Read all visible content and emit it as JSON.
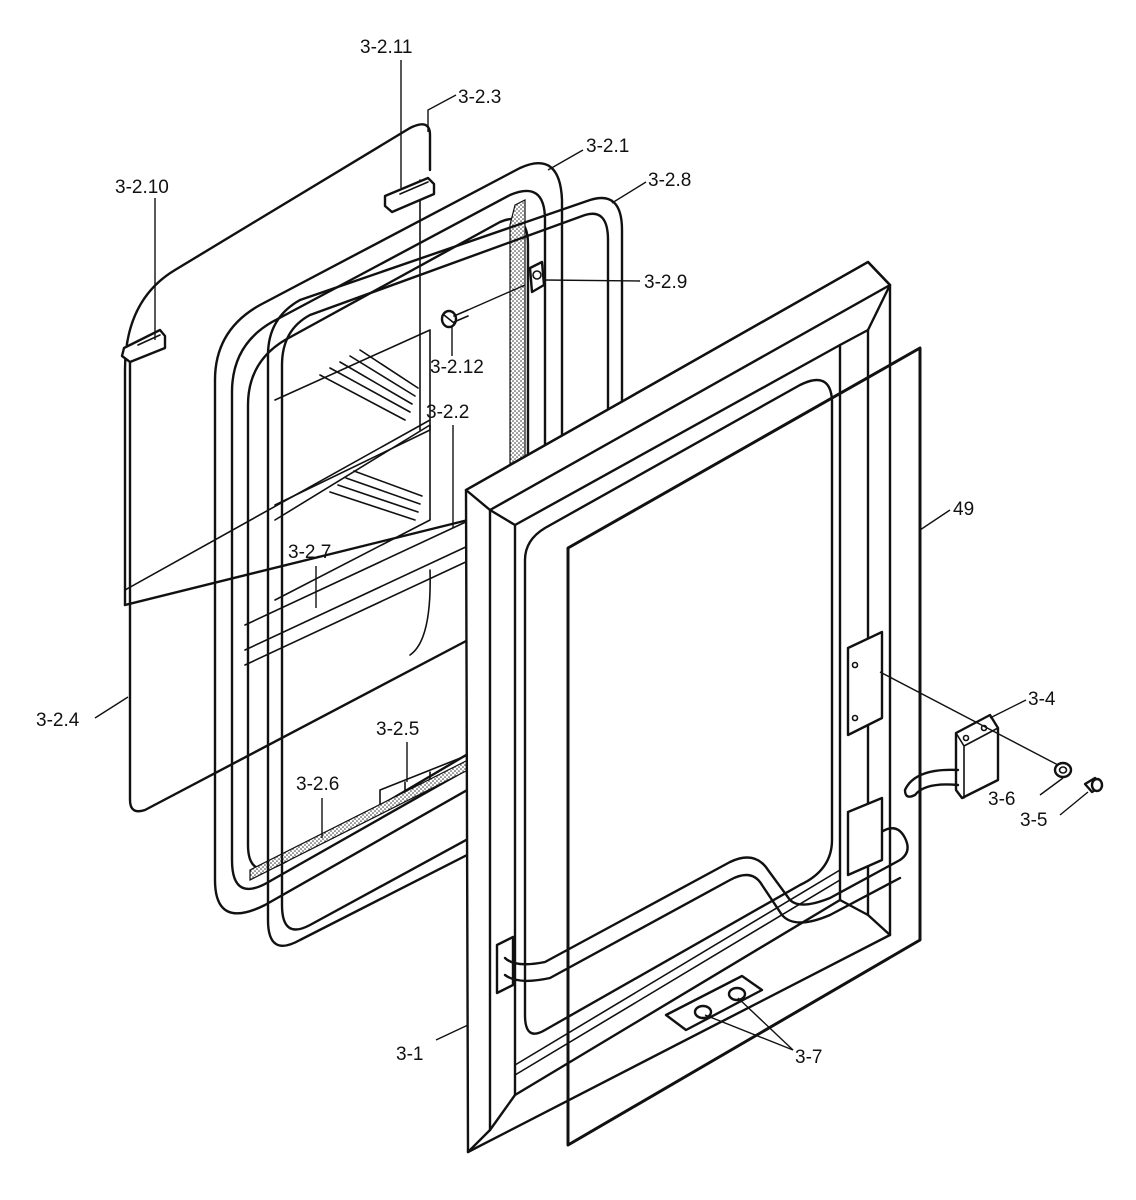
{
  "diagram": {
    "style": "line-art exploded assembly",
    "stroke_color": "#111111",
    "background": "#ffffff",
    "callouts": {
      "c_3_2_11": "3-2.11",
      "c_3_2_3": "3-2.3",
      "c_3_2_1": "3-2.1",
      "c_3_2_8": "3-2.8",
      "c_3_2_10": "3-2.10",
      "c_3_2_9": "3-2.9",
      "c_3_2_12": "3-2.12",
      "c_3_2_2": "3-2.2",
      "c_3_2_7": "3-2.7",
      "c_49": "49",
      "c_3_4": "3-4",
      "c_3_2_4": "3-2.4",
      "c_3_2_5": "3-2.5",
      "c_3_2_6": "3-2.6",
      "c_3_6": "3-6",
      "c_3_5": "3-5",
      "c_3_1": "3-1",
      "c_3_7": "3-7"
    }
  }
}
